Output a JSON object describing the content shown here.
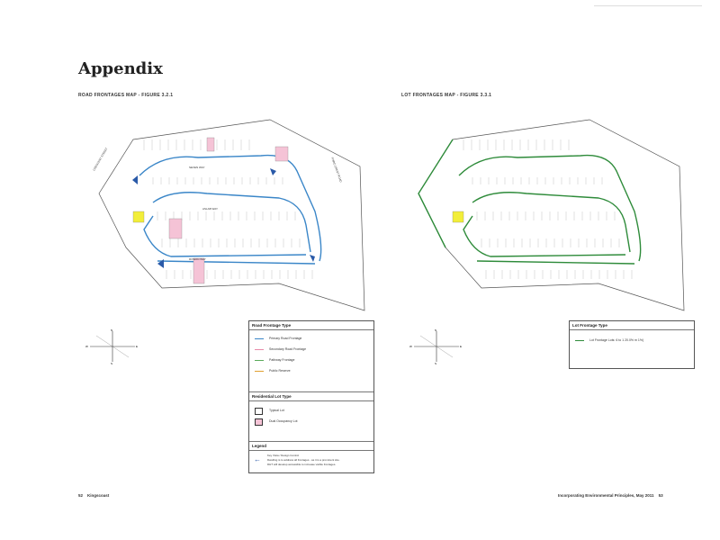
{
  "page": {
    "title": "Appendix",
    "footer_left_number": "52",
    "footer_left_label": "Kingscoast",
    "footer_right_label": "Incorporating Environmental Principles, May 2011",
    "footer_right_number": "53"
  },
  "left_figure": {
    "title": "ROAD FRONTAGES MAP - FIGURE 3.2.1",
    "street_labels": [
      "SEVEN WAY",
      "ASLAB WAY",
      "ROWAN WAY",
      "CRESCENT STREET",
      "THIRD CREST ROAD"
    ],
    "compass": {
      "n": "N",
      "s": "S",
      "e": "E",
      "w": "W"
    },
    "legend": {
      "road_heading": "Road Frontage Type",
      "road_items": [
        {
          "label": "Primary Road Frontage",
          "color": "#3a86c8"
        },
        {
          "label": "Secondary Road Frontage",
          "color": "#e88aa8"
        },
        {
          "label": "Pathway Frontage",
          "color": "#5aab5a"
        },
        {
          "label": "Public Reserve",
          "color": "#e0a030"
        }
      ],
      "lot_heading": "Residential Lot Type",
      "lot_items": [
        {
          "label": "Typical Lot",
          "color": "#ffffff"
        },
        {
          "label": "Dual Occupancy Lot",
          "color": "#f5c3d6"
        }
      ],
      "legend_heading": "Legend",
      "legend_text_1": "Key Vista / Design Control",
      "legend_text_2": "Dwelling is to address all frontages - as it is a prominent site.",
      "legend_text_3": "DHT will develop accessible to increase visible frontages."
    }
  },
  "right_figure": {
    "title": "LOT FRONTAGES MAP - FIGURE 3.3.1",
    "legend": {
      "heading": "Lot Frontage Type",
      "items": [
        {
          "label": "Lot Frontage Lots: 6 to 1 20.0% m 1%)",
          "color": "#2e8b3a"
        }
      ]
    }
  },
  "colors": {
    "primary_road": "#3a86c8",
    "green_frontage": "#2e8b3a",
    "dual_lot": "#f5c3d6",
    "highlight_lot": "#f2ee3a"
  }
}
